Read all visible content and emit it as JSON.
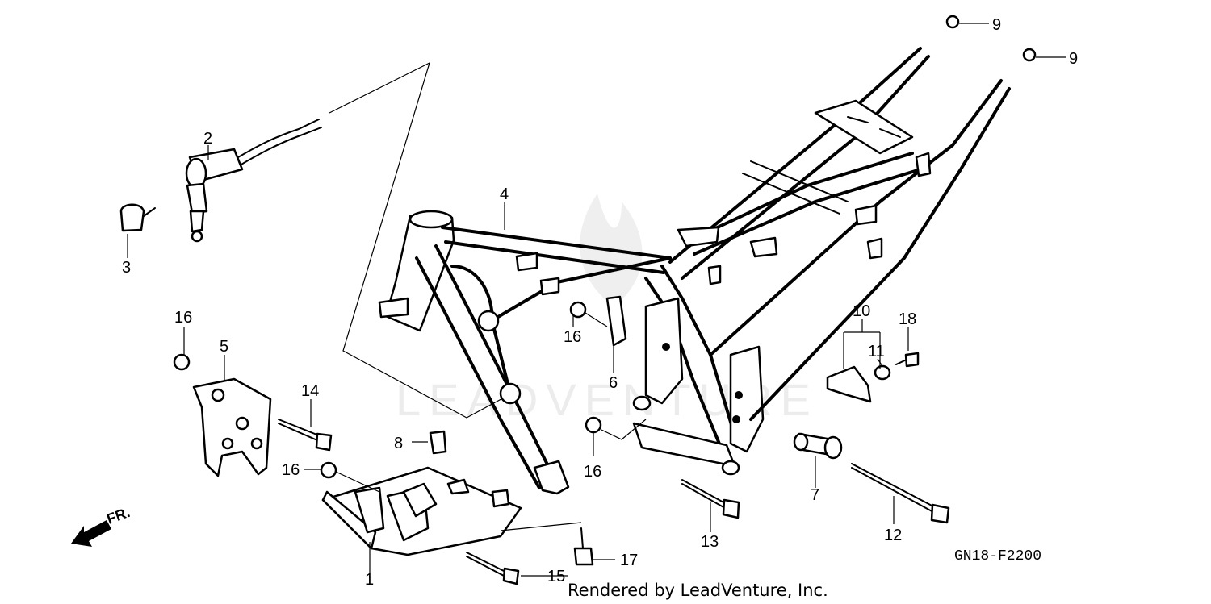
{
  "diagram": {
    "watermark": "LEADVENTURE",
    "reference_code": "GN18-F2200",
    "credit": "Rendered by LeadVenture, Inc.",
    "direction_marker": "FR.",
    "callouts": [
      {
        "id": "c1",
        "label": "1"
      },
      {
        "id": "c2",
        "label": "2"
      },
      {
        "id": "c3",
        "label": "3"
      },
      {
        "id": "c4",
        "label": "4"
      },
      {
        "id": "c5",
        "label": "5"
      },
      {
        "id": "c6",
        "label": "6"
      },
      {
        "id": "c7",
        "label": "7"
      },
      {
        "id": "c8",
        "label": "8"
      },
      {
        "id": "c9a",
        "label": "9"
      },
      {
        "id": "c9b",
        "label": "9"
      },
      {
        "id": "c10",
        "label": "10"
      },
      {
        "id": "c11",
        "label": "11"
      },
      {
        "id": "c12",
        "label": "12"
      },
      {
        "id": "c13",
        "label": "13"
      },
      {
        "id": "c14",
        "label": "14"
      },
      {
        "id": "c15",
        "label": "15"
      },
      {
        "id": "c16a",
        "label": "16"
      },
      {
        "id": "c16b",
        "label": "16"
      },
      {
        "id": "c16c",
        "label": "16"
      },
      {
        "id": "c16d",
        "label": "16"
      },
      {
        "id": "c17",
        "label": "17"
      },
      {
        "id": "c18",
        "label": "18"
      }
    ]
  }
}
